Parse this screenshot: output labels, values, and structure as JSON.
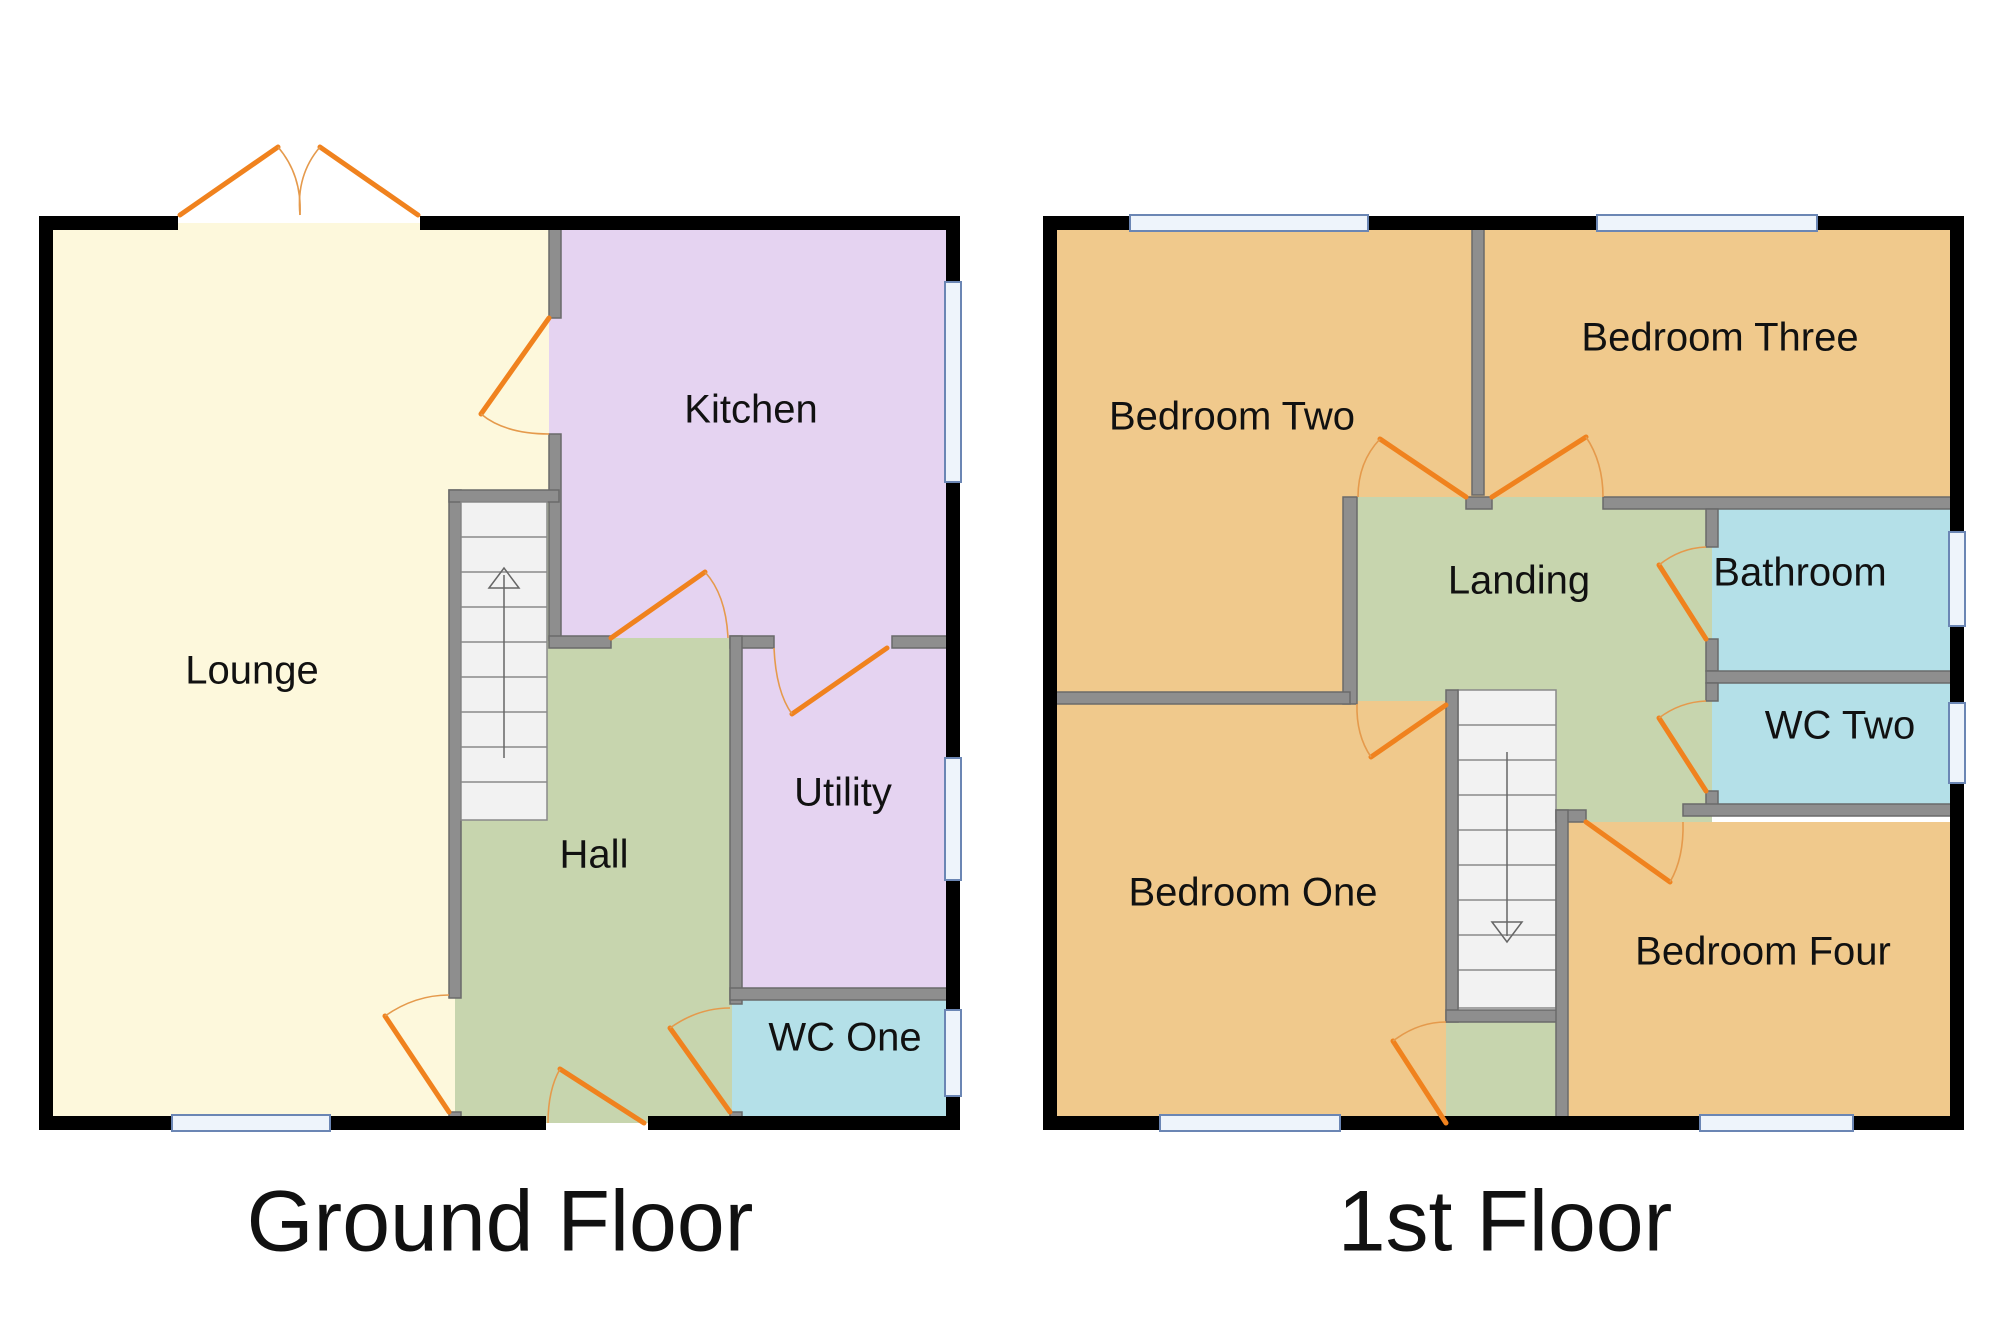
{
  "floors": [
    {
      "title": "Ground Floor",
      "rooms": [
        {
          "label": "Lounge",
          "color": "#fdf8dc"
        },
        {
          "label": "Kitchen",
          "color": "#e5d3f1"
        },
        {
          "label": "Utility",
          "color": "#e5d3f1"
        },
        {
          "label": "Hall",
          "color": "#c7d5ae"
        },
        {
          "label": "WC One",
          "color": "#b4e0e8"
        }
      ]
    },
    {
      "title": "1st Floor",
      "rooms": [
        {
          "label": "Bedroom Two",
          "color": "#f0c98c"
        },
        {
          "label": "Bedroom Three",
          "color": "#f0c98c"
        },
        {
          "label": "Landing",
          "color": "#c7d5ae"
        },
        {
          "label": "Bathroom",
          "color": "#b4e0e8"
        },
        {
          "label": "WC Two",
          "color": "#b4e0e8"
        },
        {
          "label": "Bedroom One",
          "color": "#f0c98c"
        },
        {
          "label": "Bedroom Four",
          "color": "#f0c98c"
        }
      ]
    }
  ]
}
